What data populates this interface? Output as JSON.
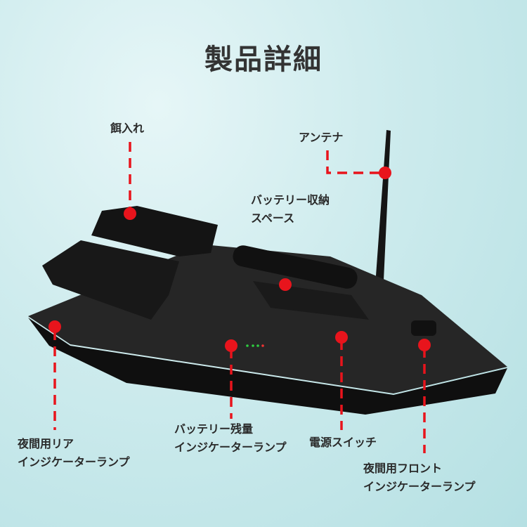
{
  "title": "製品詳細",
  "callouts": {
    "bait": "餌入れ",
    "antenna": "アンテナ",
    "battery_space": [
      "バッテリー収納",
      "スペース"
    ],
    "rear_lamp": [
      "夜間用リア",
      "インジケーターランプ"
    ],
    "battery_lamp": [
      "バッテリー残量",
      "インジケーターランプ"
    ],
    "power_switch": "電源スイッチ",
    "front_lamp": [
      "夜間用フロント",
      "インジケーターランプ"
    ]
  },
  "colors": {
    "marker": "#e8141c",
    "boat": "#1b1b1b"
  }
}
